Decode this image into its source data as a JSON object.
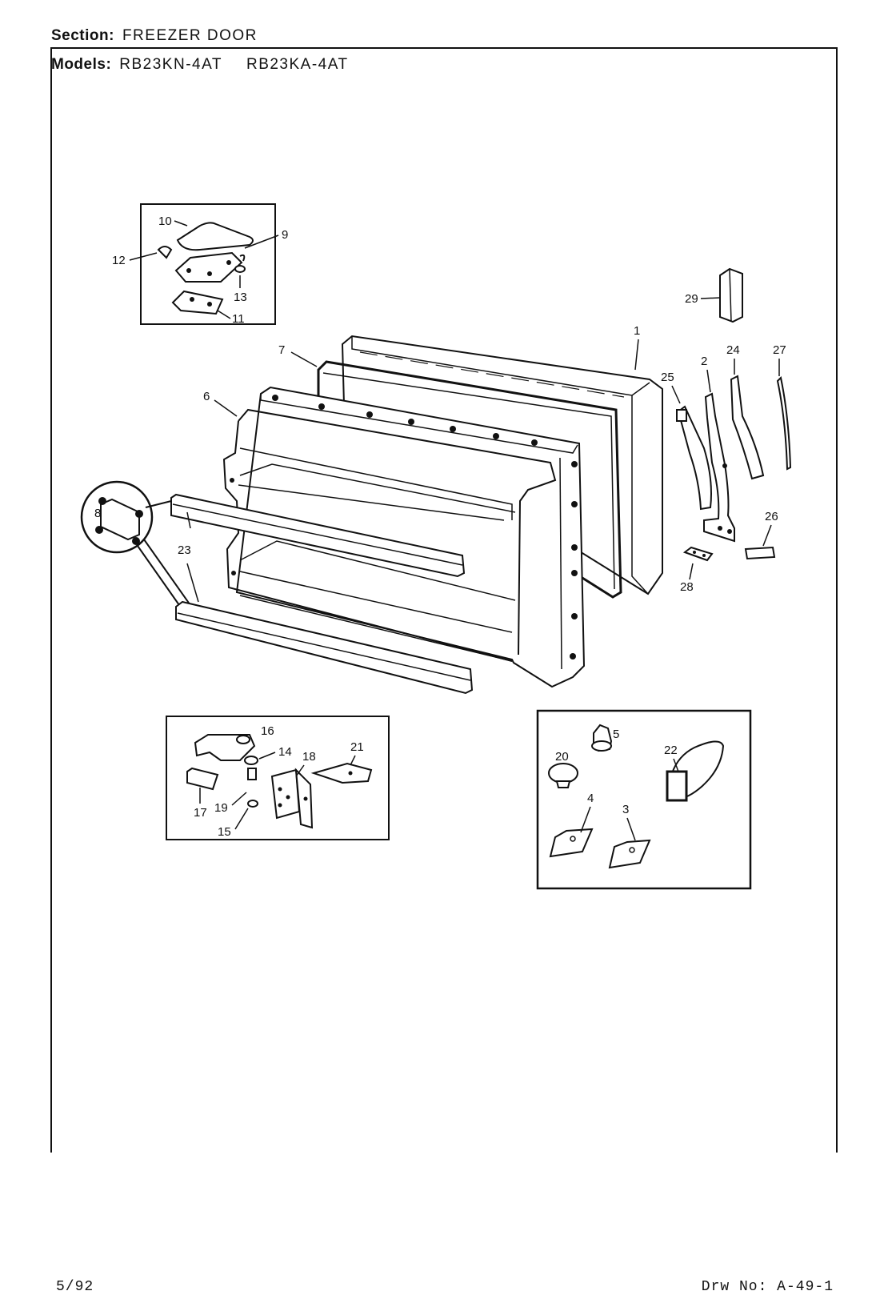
{
  "header": {
    "section_label": "Section:",
    "section_value": "FREEZER DOOR",
    "models_label": "Models:",
    "model_1": "RB23KN-4AT",
    "model_2": "RB23KA-4AT"
  },
  "footer": {
    "date": "5/92",
    "drawing_number": "Drw No: A-49-1"
  },
  "callouts": {
    "p1": "1",
    "p2": "2",
    "p3": "3",
    "p4": "4",
    "p5": "5",
    "p6": "6",
    "p7": "7",
    "p8": "8",
    "p9": "9",
    "p10": "10",
    "p11": "11",
    "p12": "12",
    "p13": "13",
    "p14": "14",
    "p15": "15",
    "p16": "16",
    "p17": "17",
    "p18": "18",
    "p19": "19",
    "p20": "20",
    "p21": "21",
    "p22": "22",
    "p23": "23",
    "p24": "24",
    "p25": "25",
    "p26": "26",
    "p27": "27",
    "p28": "28",
    "p29": "29"
  }
}
